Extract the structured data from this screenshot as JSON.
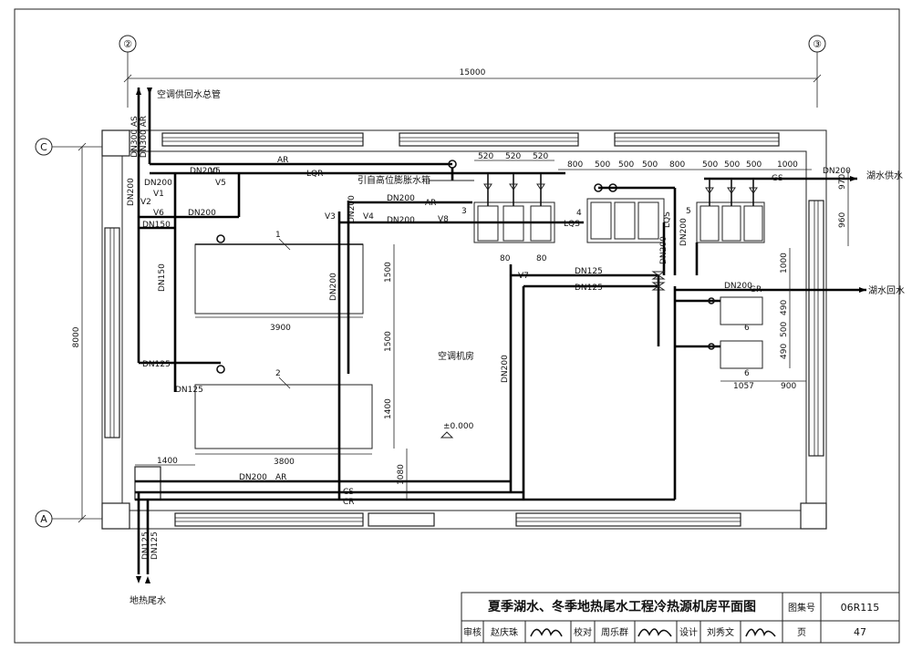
{
  "grid": {
    "col_left": "②",
    "col_right": "③",
    "row_top": "C",
    "row_bottom": "A"
  },
  "dimensions": {
    "overall_width": "15000",
    "overall_height": "8000",
    "pump_spacing_1": "520",
    "pump_spacing_2": "520",
    "pump_spacing_3": "520",
    "d800a": "800",
    "d500a": "500",
    "d500b": "500",
    "d500c": "500",
    "d800b": "800",
    "d500d": "500",
    "d500e": "500",
    "d500f": "500",
    "d1000a": "1000",
    "d970": "970",
    "d960": "960",
    "d1000b": "1000",
    "d490a": "490",
    "d500g": "500",
    "d490b": "490",
    "d1057": "1057",
    "d900": "900",
    "d1500a": "1500",
    "d1500b": "1500",
    "d1400v": "1400",
    "d3900": "3900",
    "d3800": "3800",
    "d1400h": "1400",
    "d1080": "1080",
    "d80a": "80",
    "d80b": "80"
  },
  "labels": {
    "main_pipe": "空调供回水总管",
    "expansion_tank": "引自高位膨胀水箱",
    "lake_supply": "湖水供水",
    "lake_return": "湖水回水",
    "room": "空调机房",
    "elevation": "±0.000",
    "tail_water": "地热尾水"
  },
  "pipes": {
    "ar": "AR",
    "lqr": "LQR",
    "lqs": "LQS",
    "gs": "GS",
    "gr": "GR",
    "cs": "CS",
    "cr": "CR",
    "as_vert": "DN300 AS",
    "ar_vert": "DN300 AR",
    "dn200": "DN200",
    "dn150": "DN150",
    "dn125": "DN125",
    "tail_a": "DN125",
    "tail_b": "DN125"
  },
  "valves": {
    "v1": "V1",
    "v2": "V2",
    "v3": "V3",
    "v4": "V4",
    "v5": "V5",
    "v6": "V6",
    "v7": "V7",
    "v8": "V8"
  },
  "equipment": {
    "e1": "1",
    "e2": "2",
    "e3": "3",
    "e4": "4",
    "e5": "5",
    "e6a": "6",
    "e6b": "6"
  },
  "title_block": {
    "title": "夏季湖水、冬季地热尾水工程冷热源机房平面图",
    "atlas_label": "图集号",
    "atlas_number": "06R115",
    "review_label": "审核",
    "reviewer": "赵庆珠",
    "check_label": "校对",
    "checker": "周乐群",
    "design_label": "设计",
    "designer": "刘秀文",
    "page_label": "页",
    "page_number": "47"
  }
}
